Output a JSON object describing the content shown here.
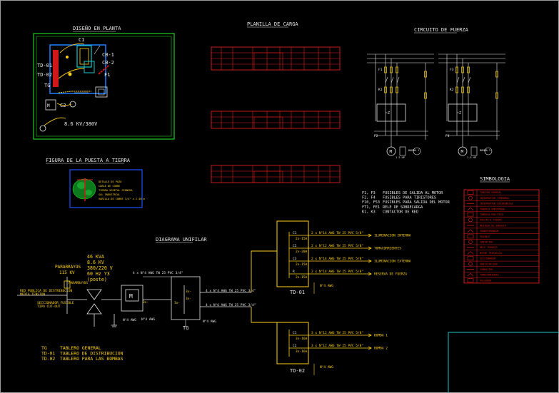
{
  "titles": {
    "plan": "DISEÑO EN PLANTA",
    "load_sheet": "PLANILLA DE CARGA",
    "power_circuit": "CIRCUITO DE FUERZA",
    "grounding": "FIGURA DE LA PUESTA A TIERRA",
    "single_line": "DIAGRAMA UNIFILAR",
    "symbols": "SIMBOLOGIA"
  },
  "plan": {
    "labels": [
      "TD-01",
      "TD-02",
      "TG",
      "CB-1",
      "CB-2",
      "F1",
      "C2",
      "C1",
      "8.6 KV/380V"
    ]
  },
  "grounding": {
    "notes": [
      "DETALLE DE POZO",
      "CABLE DE COBRE",
      "TIERRA VEGETAL CERNIDA",
      "SAL INDUSTRIAL",
      "VARILLA DE COBRE 3/4\" x 2.40 m"
    ]
  },
  "power_circuit": {
    "left_labels": [
      "F1",
      "K1",
      "M1",
      "F2"
    ],
    "right_labels": [
      "F3",
      "K2",
      "M2",
      "F4"
    ],
    "motor_left": "BOMBA 1",
    "motor_left_sub": "1.5 HP",
    "motor_right": "BOMBA 2",
    "motor_right_sub": "1.5 HP"
  },
  "legend": [
    {
      "code": "F1, F3",
      "text": "FUSIBLES DE SALIDA AL MOTOR"
    },
    {
      "code": "F2, F4",
      "text": "FUSIBLES PARA TIRISTORES"
    },
    {
      "code": "F10, F53",
      "text": "FUSIBLES PARA SALIDA DEL MOTOR"
    },
    {
      "code": "FT1, FE1",
      "text": "RELE DE SOBRECARGA"
    },
    {
      "code": "K1, K3",
      "text": "CONTACTOR DE RED"
    }
  ],
  "symbols": [
    "TABLERO GENERAL",
    "INTERRUPTOR TERMOMAG.",
    "INTERRUPTOR DIFERENCIAL",
    "TUBERIA EMPOTRADA",
    "TUBERIA POR PISO",
    "PUESTA A TIERRA",
    "MEDIDOR DE ENERGIA",
    "TRANSFORMADOR",
    "FUSIBLE",
    "CONTACTOR",
    "RELE TERMICO",
    "MOTOR TRIFASICO",
    "SECCIONADOR",
    "SUB-ESTACION",
    "CONDUCTOR",
    "TOMACORRIENTE",
    "PULSADOR"
  ],
  "single_line": {
    "source_specs": [
      "46 KVA",
      "8.6 KV",
      "380/220 V",
      "60 Hz  Y3",
      "(poste)"
    ],
    "pararrayos": [
      "PARARRAYOS",
      "115 KV"
    ],
    "left_notes": [
      "RED PUBLICA DE DISTRIBUCION",
      "MEDIA TENSION"
    ],
    "cutout_note": [
      "SECCIONADOR FUSIBLE",
      "TIPO CUT-OUT"
    ],
    "cable_top": "4 x N°4 AWG TW 25 PVC 3/4\"",
    "cable_td01": "4 x N°4 AWG TW 25 PVC 3/4\"",
    "cable_td02": "4 x N°6 AWG TW 25 PVC 3/4\"",
    "tg_label": "TG",
    "td01_label": "TD-01",
    "td02_label": "TD-02",
    "tg_breakers": [
      "3x-",
      "3x-",
      "3x-"
    ],
    "ground_notes": [
      "N°4 AWG",
      "N°4 AWG",
      "N°4 AWG",
      "N°4 AWG"
    ],
    "td01_circuits": [
      {
        "id": "C1",
        "rating": "2x-15A",
        "cable": "2 x N°14 AWG TW 25 PVC 5/8\"",
        "load": "ILUMINACION INTERNA"
      },
      {
        "id": "C2",
        "rating": "2x-20A",
        "cable": "2 x N°12 AWG TW 25 PVC 5/8\"",
        "load": "TOMACORRIENTES"
      },
      {
        "id": "C3",
        "rating": "2x-15A",
        "cable": "2 x N°14 AWG TW 25 PVC 5/8\"",
        "load": "ILUMINACION EXTERNA"
      },
      {
        "id": "R",
        "rating": "2x-15A",
        "cable": "2 x N°14 AWG TW 25 PVC 5/8\"",
        "load": "RESERVA DE FUERZA"
      }
    ],
    "td02_circuits": [
      {
        "id": "C1",
        "rating": "3x-16A",
        "cable": "3 x N°12 AWG TW 25 PVC 5/8\"",
        "load": "BOMBA 1"
      },
      {
        "id": "C2",
        "rating": "3x-16A",
        "cable": "3 x N°12 AWG TW 25 PVC 5/8\"",
        "load": "BOMBA 2"
      }
    ]
  },
  "abbreviations": [
    {
      "code": "TG",
      "text": "TABLERO GENERAL"
    },
    {
      "code": "TD-01",
      "text": "TABLERO DE DISTRIBUCION"
    },
    {
      "code": "TD-02",
      "text": "TABLERO PARA LAS BOMBAS"
    }
  ]
}
